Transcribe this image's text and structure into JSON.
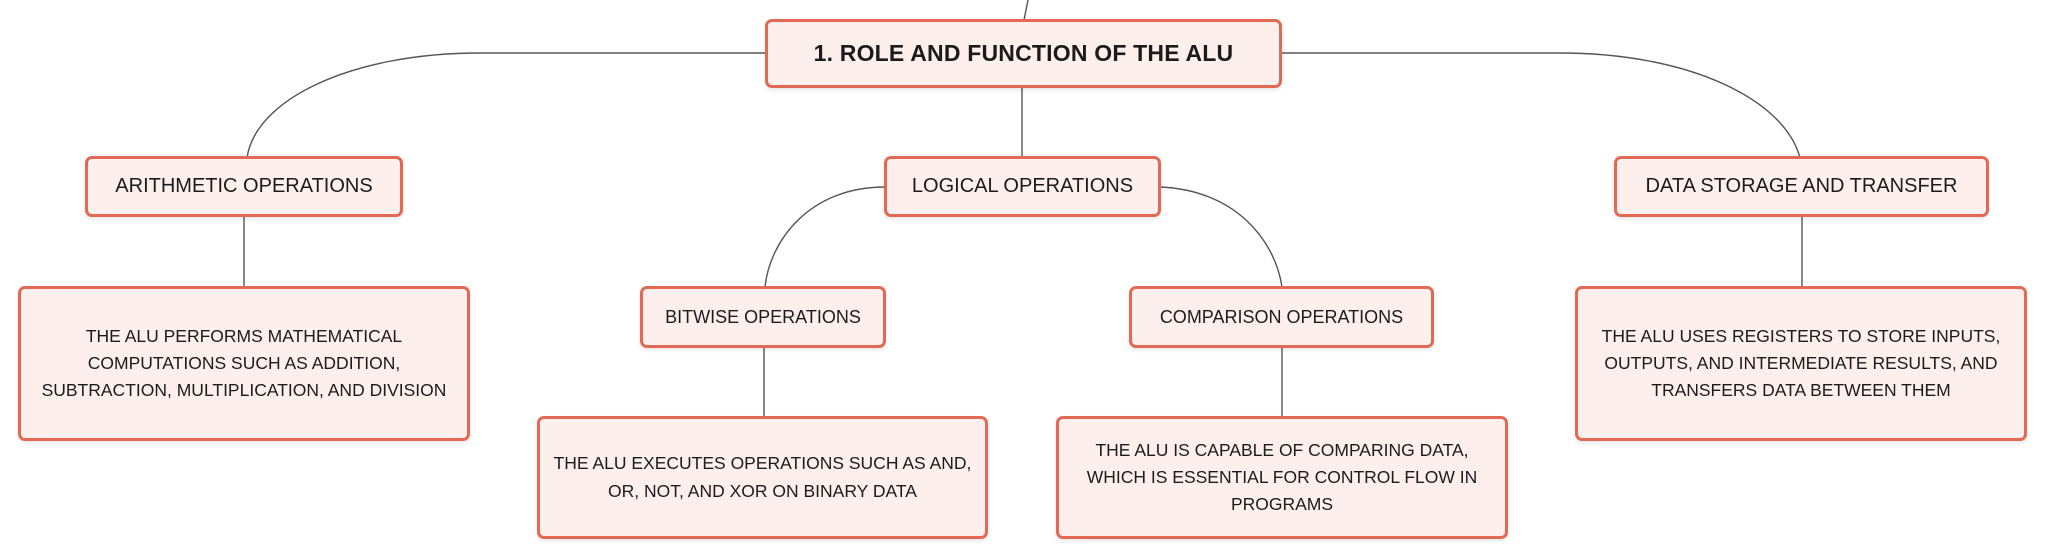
{
  "colors": {
    "node_fill": "#fdf0ec",
    "node_border": "#e26a55",
    "connector": "#555555",
    "text": "#1b1b1b"
  },
  "nodes": {
    "root": "1. ROLE AND FUNCTION OF THE ALU",
    "arithmetic": "ARITHMETIC OPERATIONS",
    "arithmetic_desc": "THE ALU PERFORMS MATHEMATICAL COMPUTATIONS SUCH AS ADDITION, SUBTRACTION, MULTIPLICATION, AND DIVISION",
    "logical": "LOGICAL OPERATIONS",
    "bitwise": "BITWISE OPERATIONS",
    "bitwise_desc": "THE ALU EXECUTES OPERATIONS SUCH AS AND, OR, NOT, AND XOR ON BINARY DATA",
    "comparison": "COMPARISON OPERATIONS",
    "comparison_desc": "THE ALU IS CAPABLE OF COMPARING DATA, WHICH IS ESSENTIAL FOR CONTROL FLOW IN PROGRAMS",
    "storage": "DATA STORAGE AND TRANSFER",
    "storage_desc": "THE ALU USES REGISTERS TO STORE INPUTS, OUTPUTS, AND INTERMEDIATE RESULTS, AND TRANSFERS DATA BETWEEN THEM"
  }
}
